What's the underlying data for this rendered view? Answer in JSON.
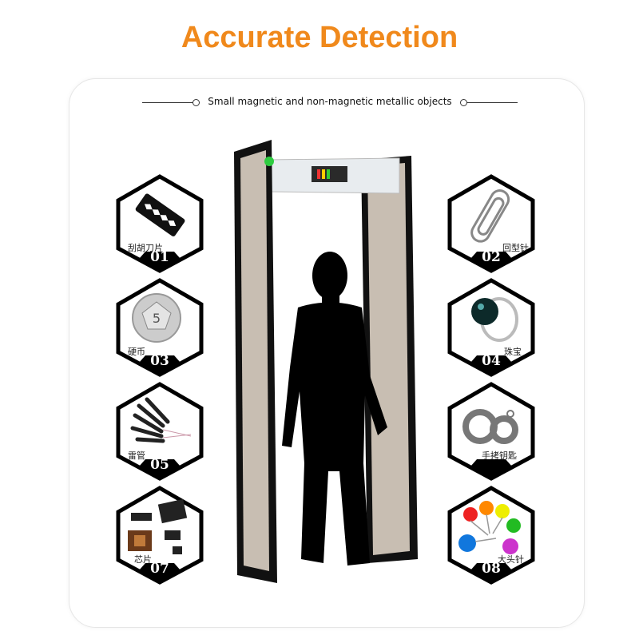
{
  "title": "Accurate Detection",
  "subtitle": "Small magnetic and non-magnetic metallic objects",
  "items": [
    {
      "number": "01",
      "label": "刮胡刀片",
      "icon": "razor-blade-icon"
    },
    {
      "number": "02",
      "label": "回型针",
      "icon": "paperclip-icon"
    },
    {
      "number": "03",
      "label": "硬币",
      "icon": "coin-icon"
    },
    {
      "number": "04",
      "label": "珠宝",
      "icon": "pearl-ring-icon"
    },
    {
      "number": "05",
      "label": "雷管",
      "icon": "detonator-icon"
    },
    {
      "number": "",
      "label": "手拷钥匙",
      "icon": "handcuffs-icon"
    },
    {
      "number": "07",
      "label": "芯片",
      "icon": "chip-icon"
    },
    {
      "number": "08",
      "label": "大头针",
      "icon": "pushpin-icon"
    }
  ],
  "colors": {
    "accent": "#f0891c",
    "panel": "#c8beb2",
    "frame": "#111111"
  }
}
